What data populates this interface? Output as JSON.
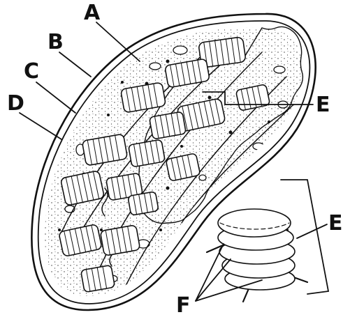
{
  "labels": {
    "a": "A",
    "b": "B",
    "c": "C",
    "d": "D",
    "e_main": "E",
    "e_inset": "E",
    "f": "F"
  },
  "icons": {
    "chloroplast": "chloroplast-icon",
    "granum": "granum-icon"
  },
  "colors": {
    "ink": "#111111",
    "background": "#ffffff"
  }
}
